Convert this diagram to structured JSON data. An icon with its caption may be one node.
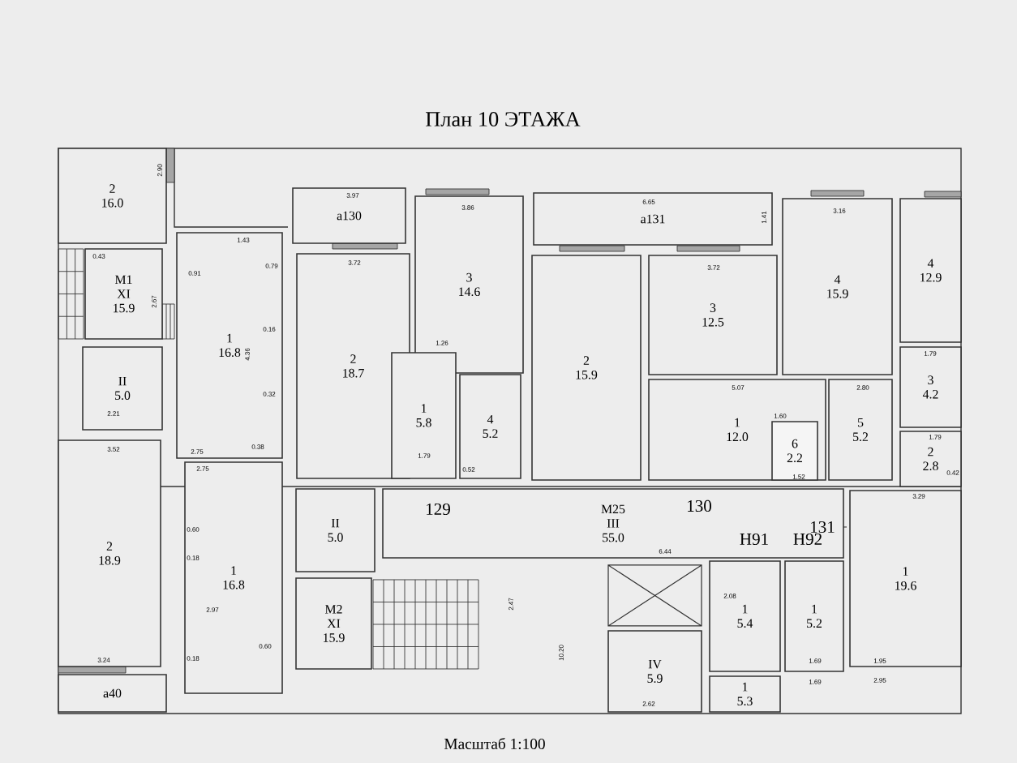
{
  "diagram": {
    "title": "План 10 ЭТАЖА",
    "caption": "Масштаб 1:100",
    "nodes": [
      {
        "text": [
          "2",
          "16.0"
        ]
      },
      {
        "text": [
          "M1",
          "XI",
          "15.9"
        ]
      },
      {
        "text": [
          "1",
          "16.8"
        ]
      },
      {
        "text": [
          "а130"
        ]
      },
      {
        "text": [
          "2",
          "18.7"
        ]
      },
      {
        "text": [
          "3",
          "14.6"
        ]
      },
      {
        "text": [
          "1",
          "5.8"
        ]
      },
      {
        "text": [
          "4",
          "5.2"
        ]
      },
      {
        "text": [
          "а131"
        ]
      },
      {
        "text": [
          "2",
          "15.9"
        ]
      },
      {
        "text": [
          "3",
          "12.5"
        ]
      },
      {
        "text": [
          "4",
          "15.9"
        ]
      },
      {
        "text": [
          "4",
          "12.9"
        ]
      },
      {
        "text": [
          "1",
          "12.0"
        ]
      },
      {
        "text": [
          "6",
          "2.2"
        ],
        "in": 13
      },
      {
        "text": [
          "5",
          "5.2"
        ]
      },
      {
        "text": [
          "3",
          "4.2"
        ]
      },
      {
        "text": [
          "2",
          "2.8"
        ]
      },
      {
        "text": [
          "II",
          "5.0"
        ]
      },
      {
        "text": [
          "2",
          "18.9"
        ]
      },
      {
        "text": [
          "1",
          "16.8"
        ]
      },
      {
        "text": [
          "а40"
        ]
      },
      {
        "text": [
          "II",
          "5.0"
        ]
      },
      {
        "text": [
          "M2",
          "XI",
          "15.9"
        ]
      },
      {
        "text": [
          "M25",
          "III",
          "55.0"
        ]
      },
      {
        "text": [
          "IV",
          "5.9"
        ]
      },
      {
        "text": [
          "1",
          "5.4"
        ]
      },
      {
        "text": [
          "1",
          "5.2"
        ]
      },
      {
        "text": [
          "1",
          "19.6"
        ]
      },
      {
        "text": [
          "1",
          "5.3"
        ]
      }
    ],
    "labels": [
      "129",
      "130",
      "131",
      "H91",
      "H92",
      "2.90",
      "0.43",
      "0.91",
      "1.43",
      "0.79",
      "2.67",
      "0.16",
      "4.36",
      "0.32",
      "2.21",
      "2.75",
      "0.38",
      "3.52",
      "2.75",
      "0.60",
      "0.18",
      "2.97",
      "0.60",
      "0.18",
      "3.24",
      "3.97",
      "3.86",
      "3.72",
      "1.26",
      "1.79",
      "0.52",
      "6.65",
      "1.41",
      "3.72",
      "3.16",
      "5.07",
      "1.60",
      "1.52",
      "2.80",
      "1.79",
      "1.79",
      "0.42",
      "3.29",
      "6.44",
      "2.47",
      "10.20",
      "2.62",
      "2.08",
      "1.69",
      "1.69",
      "1.95",
      "2.95"
    ]
  }
}
